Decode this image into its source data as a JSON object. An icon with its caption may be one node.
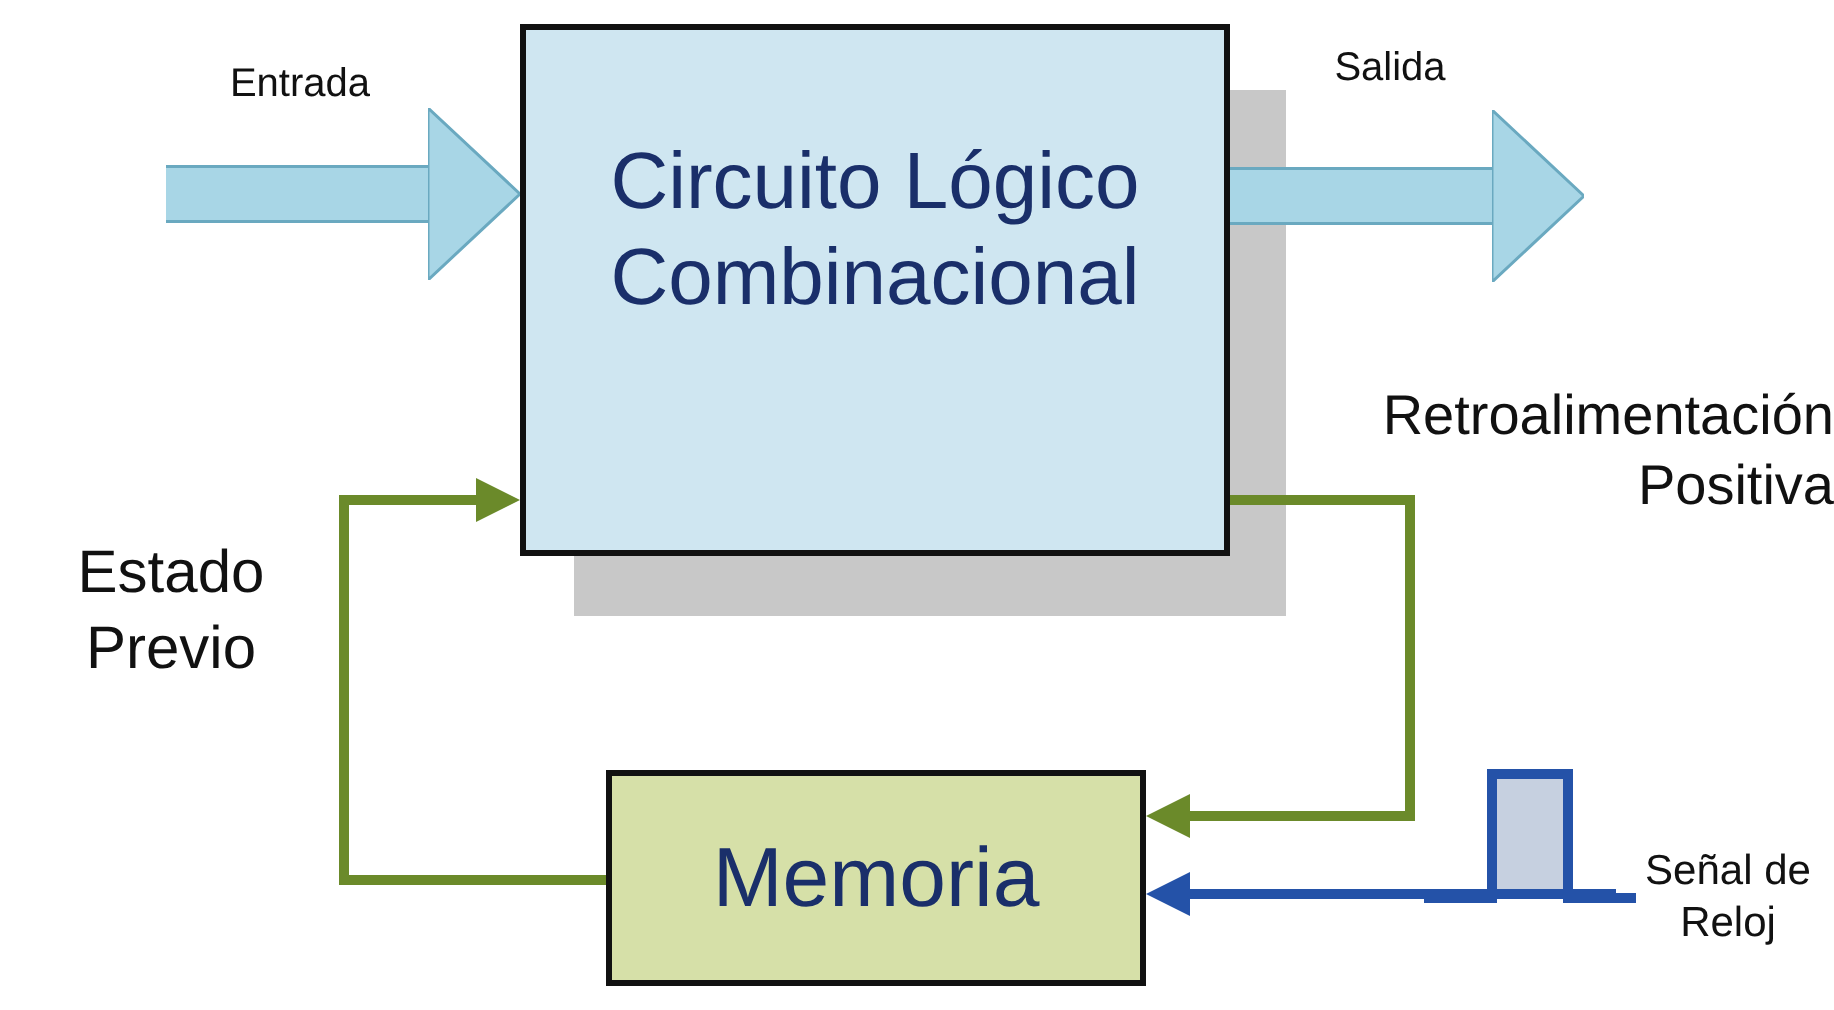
{
  "diagram": {
    "nodes": [
      {
        "text": [
          "Circuito Lógico Combinacional"
        ]
      },
      {
        "text": [
          "Memoria"
        ]
      }
    ],
    "edges": [
      {
        "from": null,
        "to": 0,
        "arrow": "to",
        "label": "Entrada",
        "style": "thick",
        "color": "#a8d6e6"
      },
      {
        "from": 0,
        "to": null,
        "arrow": "to",
        "label": "Salida",
        "style": "thick",
        "color": "#a8d6e6"
      },
      {
        "from": 0,
        "to": 1,
        "arrow": "to",
        "label": "Retroalimentación Positiva",
        "color": "#6b8a2a"
      },
      {
        "from": 1,
        "to": 0,
        "arrow": "to",
        "label": "Estado Previo",
        "color": "#6b8a2a"
      },
      {
        "from": null,
        "to": 1,
        "arrow": "to",
        "label": "Señal de Reloj",
        "color": "#2452a8"
      }
    ]
  }
}
